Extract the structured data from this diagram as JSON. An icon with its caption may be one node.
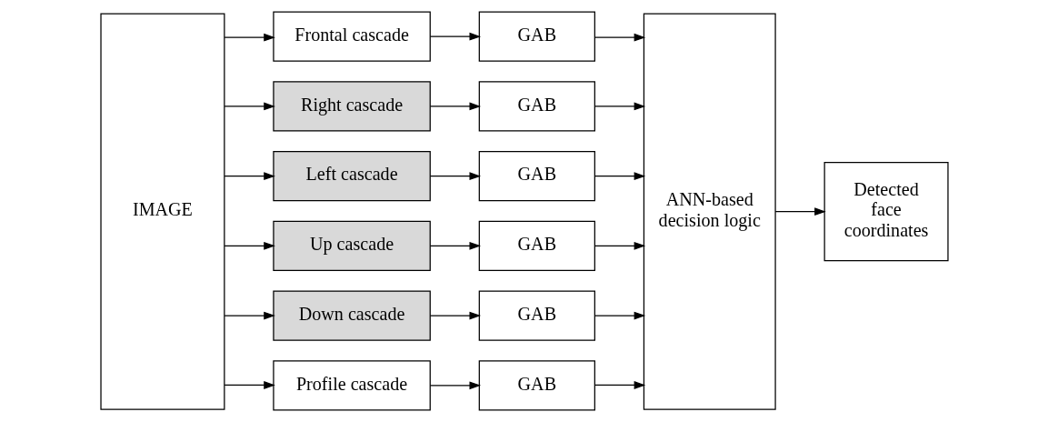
{
  "diagram": {
    "nodes": [
      {
        "text": [
          "IMAGE"
        ]
      },
      {
        "text": [
          "Frontal cascade"
        ]
      },
      {
        "text": [
          "Right cascade"
        ]
      },
      {
        "text": [
          "Left cascade"
        ]
      },
      {
        "text": [
          "Up cascade"
        ]
      },
      {
        "text": [
          "Down cascade"
        ]
      },
      {
        "text": [
          "Profile cascade"
        ]
      },
      {
        "text": [
          "GAB"
        ]
      },
      {
        "text": [
          "GAB"
        ]
      },
      {
        "text": [
          "GAB"
        ]
      },
      {
        "text": [
          "GAB"
        ]
      },
      {
        "text": [
          "GAB"
        ]
      },
      {
        "text": [
          "GAB"
        ]
      },
      {
        "text": [
          "ANN-based decision logic"
        ]
      },
      {
        "text": [
          "Detected face coordinates"
        ]
      }
    ],
    "edges": [
      {
        "from": 0,
        "to": 1,
        "arrow": "to"
      },
      {
        "from": 0,
        "to": 2,
        "arrow": "to"
      },
      {
        "from": 0,
        "to": 3,
        "arrow": "to"
      },
      {
        "from": 0,
        "to": 4,
        "arrow": "to"
      },
      {
        "from": 0,
        "to": 5,
        "arrow": "to"
      },
      {
        "from": 0,
        "to": 6,
        "arrow": "to"
      },
      {
        "from": 1,
        "to": 7,
        "arrow": "to"
      },
      {
        "from": 2,
        "to": 8,
        "arrow": "to"
      },
      {
        "from": 3,
        "to": 9,
        "arrow": "to"
      },
      {
        "from": 4,
        "to": 10,
        "arrow": "to"
      },
      {
        "from": 5,
        "to": 11,
        "arrow": "to"
      },
      {
        "from": 6,
        "to": 12,
        "arrow": "to"
      },
      {
        "from": 7,
        "to": 13,
        "arrow": "to"
      },
      {
        "from": 8,
        "to": 13,
        "arrow": "to"
      },
      {
        "from": 9,
        "to": 13,
        "arrow": "to"
      },
      {
        "from": 10,
        "to": 13,
        "arrow": "to"
      },
      {
        "from": 11,
        "to": 13,
        "arrow": "to"
      },
      {
        "from": 12,
        "to": 13,
        "arrow": "to"
      },
      {
        "from": 13,
        "to": 14,
        "arrow": "to"
      }
    ]
  }
}
